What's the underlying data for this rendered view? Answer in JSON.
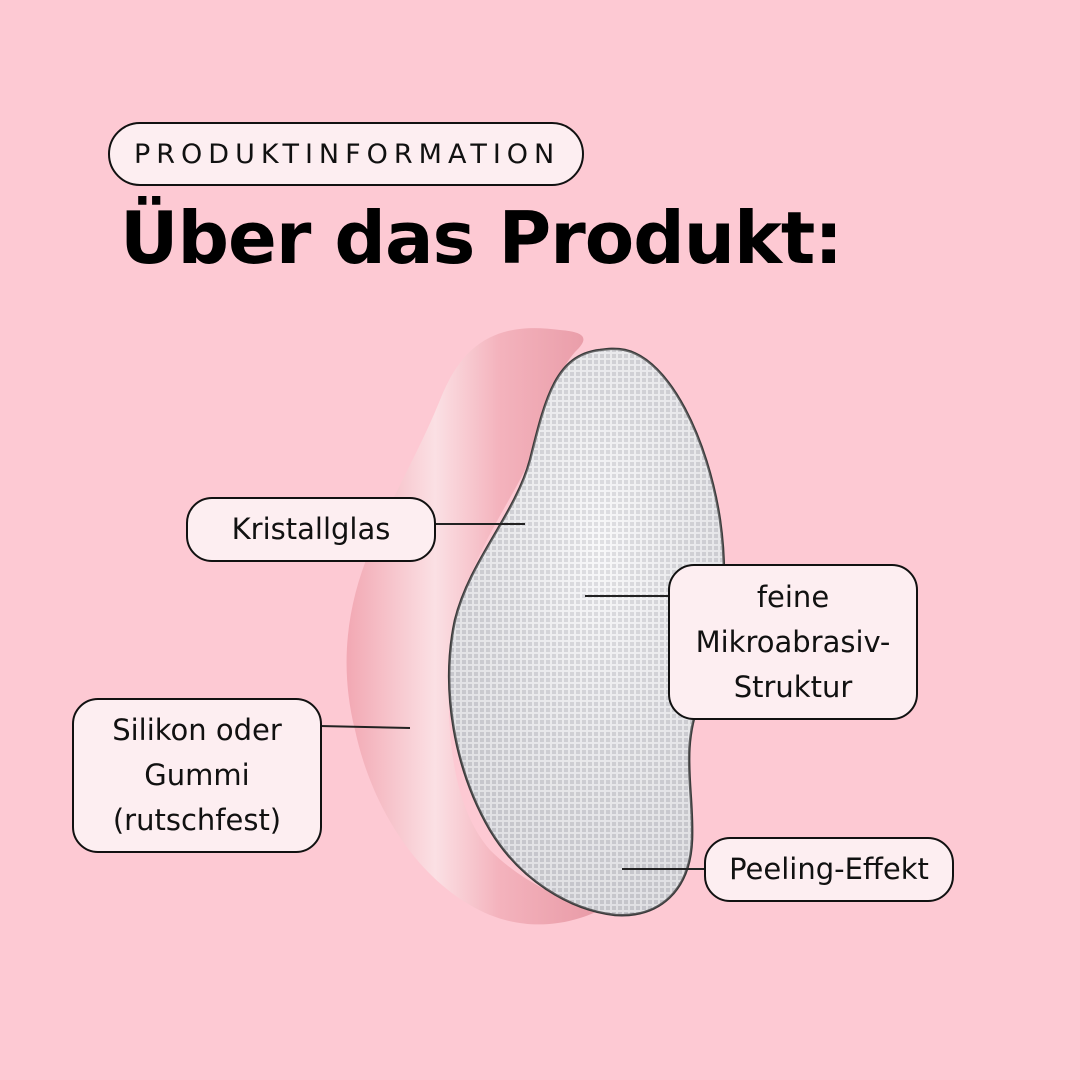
{
  "header": {
    "eyebrow": "PRODUKTINFORMATION",
    "title": "Über das Produkt:"
  },
  "callouts": {
    "glass": "Kristallglas",
    "structure": [
      "feine",
      "Mikroabrasiv-",
      "Struktur"
    ],
    "base": [
      "Silikon oder",
      "Gummi",
      "(rutschfest)"
    ],
    "effect": "Peeling-Effekt"
  },
  "colors": {
    "background": "#fdc9d3",
    "label_fill": "#fdeef1",
    "product_body": "#f2a9b4",
    "glass_surface": "#e8e8ea"
  }
}
